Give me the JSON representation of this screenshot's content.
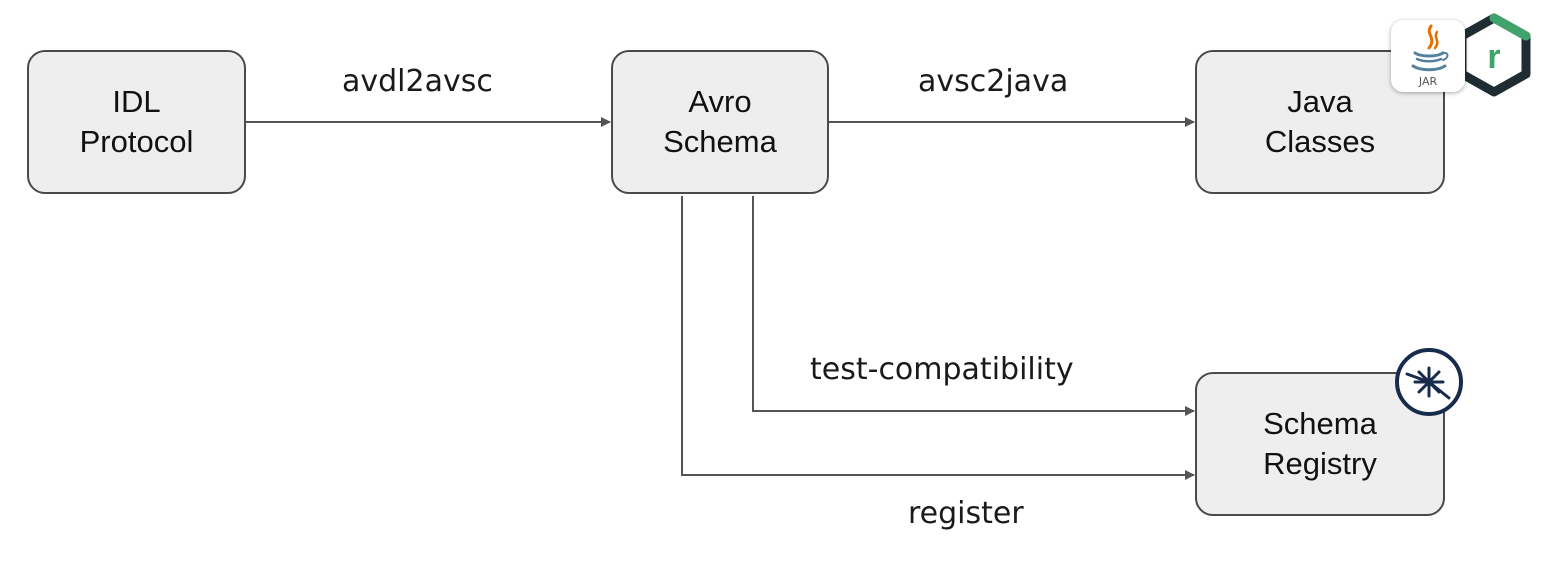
{
  "nodes": {
    "idl": {
      "line1": "IDL",
      "line2": "Protocol"
    },
    "avro": {
      "line1": "Avro",
      "line2": "Schema"
    },
    "java": {
      "line1": "Java",
      "line2": "Classes"
    },
    "registry": {
      "line1": "Schema",
      "line2": "Registry"
    }
  },
  "edges": {
    "avdl2avsc": "avdl2avsc",
    "avsc2java": "avsc2java",
    "test_compatibility": "test-compatibility",
    "register": "register"
  },
  "logos": {
    "jar_label": "JAR",
    "r_letter": "r",
    "jar_icon": "java-jar-icon",
    "r_icon": "r-hexagon-icon",
    "registry_icon": "confluent-icon"
  },
  "colors": {
    "node_fill": "#eeeeee",
    "node_border": "#4a4a4a",
    "arrow": "#555555",
    "hex_green": "#3fa36b",
    "hex_dark": "#1f2d33",
    "java_orange": "#e76f00",
    "java_blue": "#5382a1",
    "confluent_navy": "#172b4d"
  }
}
